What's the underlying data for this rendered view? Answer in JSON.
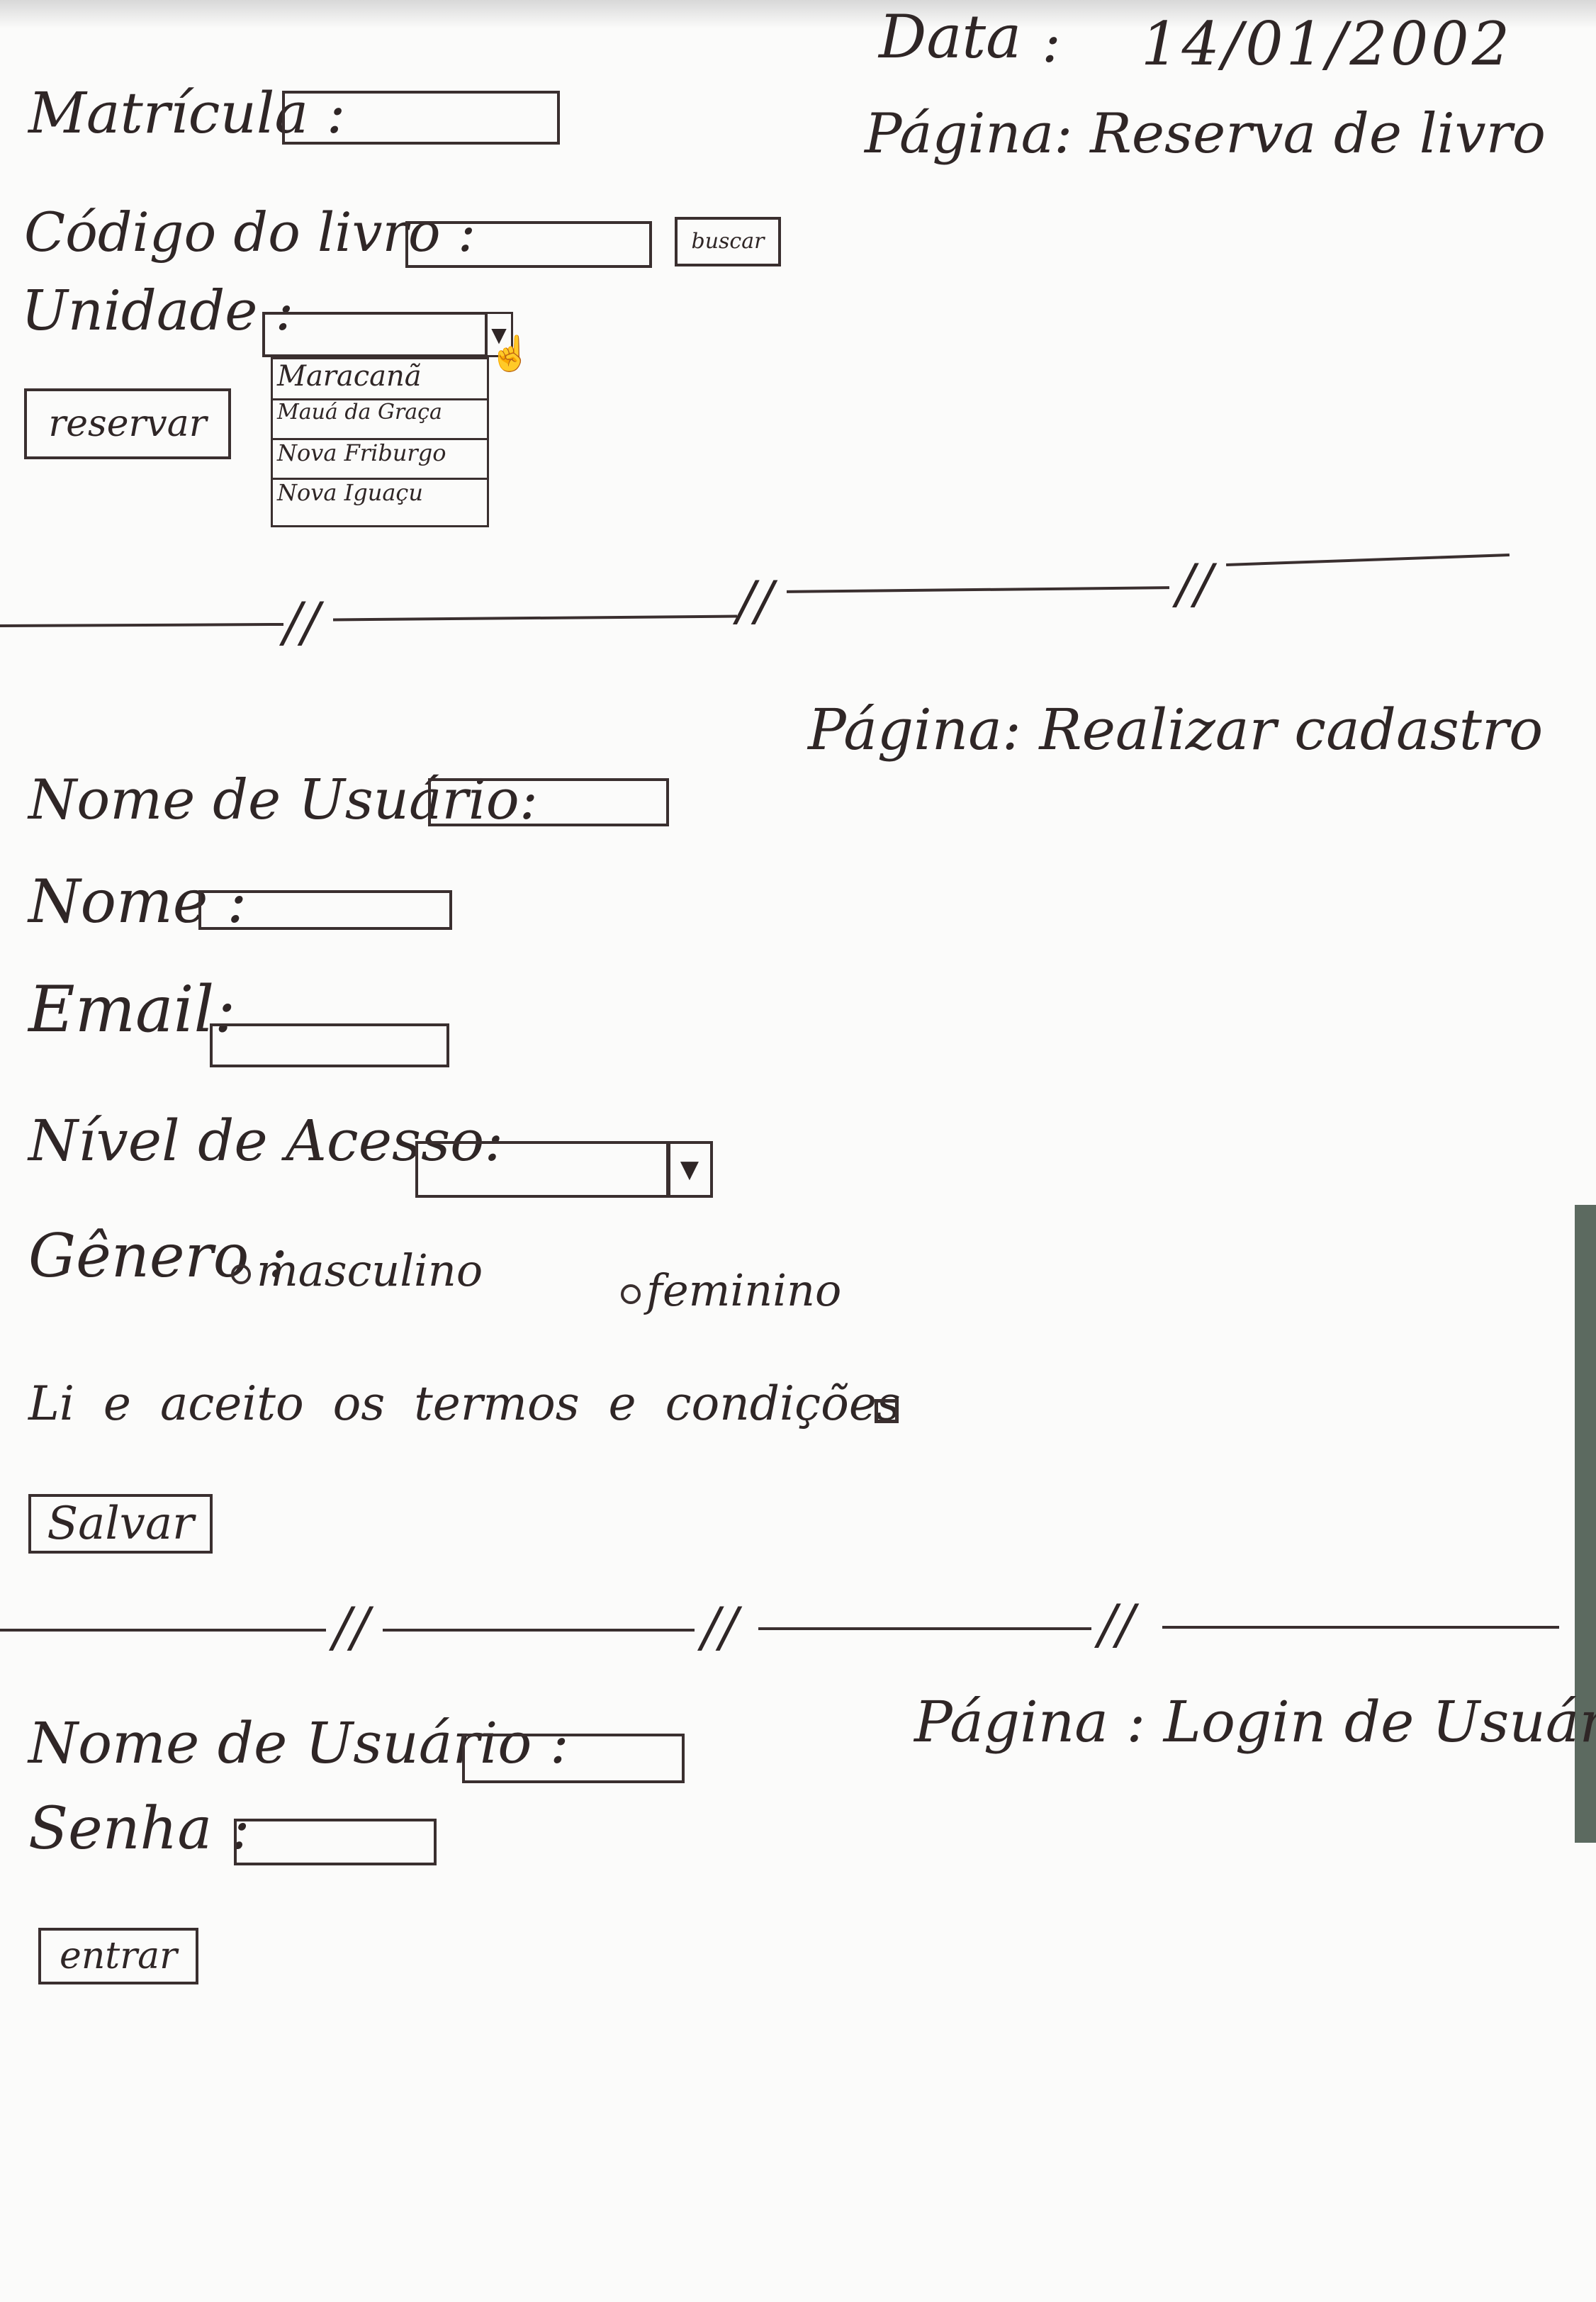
{
  "header": {
    "date_label": "Data",
    "date_sep": ":",
    "date_value": "14/01/2002"
  },
  "reserva": {
    "page_title": "Página: Reserva de livro",
    "matricula_label": "Matrícula :",
    "codigo_label": "Código do livro :",
    "buscar_label": "buscar",
    "unidade_label": "Unidade :",
    "reservar_label": "reservar",
    "unidade_options": [
      "Maracanã",
      "Mauá da Graça",
      "Nova Friburgo",
      "Nova Iguaçu"
    ]
  },
  "cadastro": {
    "page_title": "Página: Realizar cadastro",
    "username_label": "Nome de Usuário:",
    "nome_label": "Nome :",
    "email_label": "Email:",
    "nivel_label": "Nível de Acesso:",
    "genero_label": "Gênero :",
    "masculino_label": "masculino",
    "feminino_label": "feminino",
    "termos_label": "Li e aceito os termos e condições",
    "salvar_label": "Salvar"
  },
  "login": {
    "page_title": "Página : Login de Usuário",
    "username_label": "Nome de Usuário :",
    "senha_label": "Senha :",
    "entrar_label": "entrar"
  },
  "separator_mark": "//",
  "icons": {
    "dropdown_arrow": "triangle-down-icon",
    "pointer": "hand-pointer-icon"
  }
}
